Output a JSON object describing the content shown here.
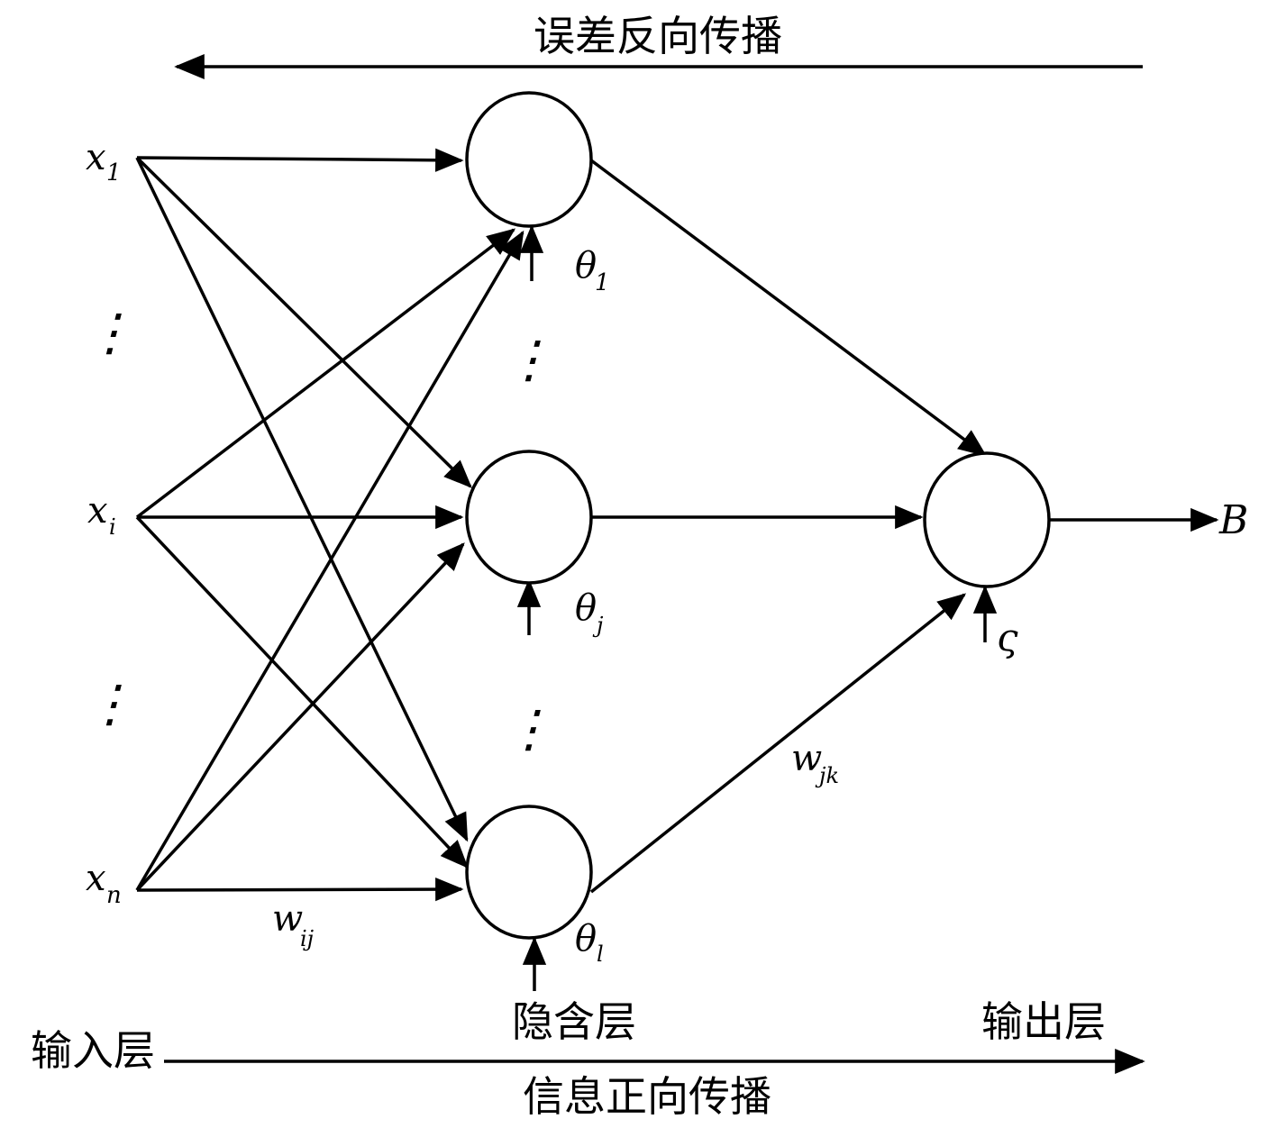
{
  "titles": {
    "backward": "误差反向传播",
    "forward": "信息正向传播"
  },
  "layers": {
    "input": "输入层",
    "hidden": "隐含层",
    "output": "输出层"
  },
  "inputs": {
    "x1": {
      "base": "x",
      "sub": "1"
    },
    "xi": {
      "base": "x",
      "sub": "i"
    },
    "xn": {
      "base": "x",
      "sub": "n"
    }
  },
  "thresholds": {
    "theta1": {
      "base": "θ",
      "sub": "1"
    },
    "thetaj": {
      "base": "θ",
      "sub": "j"
    },
    "thetal": {
      "base": "θ",
      "sub": "l"
    },
    "output": "ς"
  },
  "weights": {
    "wij": {
      "base": "w",
      "sub": "ij"
    },
    "wjk": {
      "base": "w",
      "sub": "jk"
    }
  },
  "output_label": "B",
  "ellipsis": "⋮",
  "colors": {
    "stroke": "#000000",
    "background": "#ffffff"
  }
}
